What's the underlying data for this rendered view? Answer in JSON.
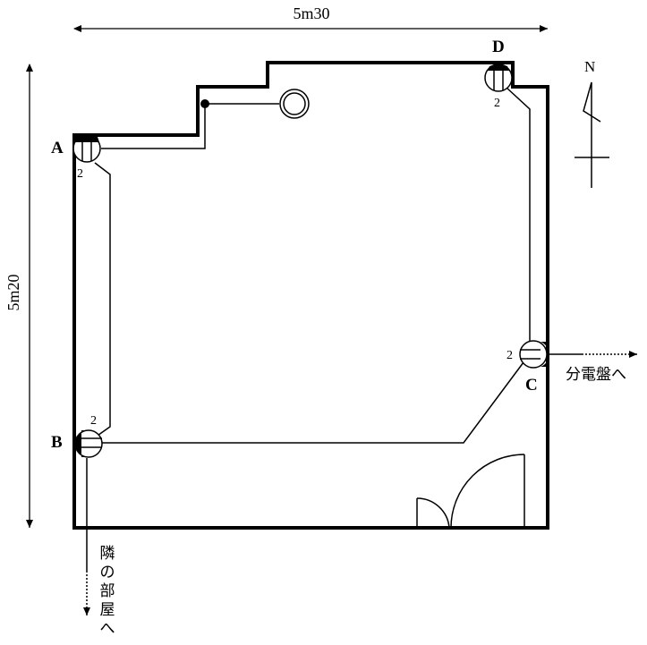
{
  "dimensions": {
    "width_label": "5m30",
    "height_label": "5m20"
  },
  "outlets": [
    {
      "id": "A",
      "label": "A",
      "count": "2"
    },
    {
      "id": "B",
      "label": "B",
      "count": "2"
    },
    {
      "id": "C",
      "label": "C",
      "count": "2"
    },
    {
      "id": "D",
      "label": "D",
      "count": "2"
    }
  ],
  "compass": {
    "north_label": "N"
  },
  "annotations": {
    "to_panel": "分電盤へ",
    "to_next_room": [
      "隣",
      "の",
      "部",
      "屋",
      "へ"
    ]
  },
  "colors": {
    "line": "#000000",
    "background": "#ffffff"
  }
}
